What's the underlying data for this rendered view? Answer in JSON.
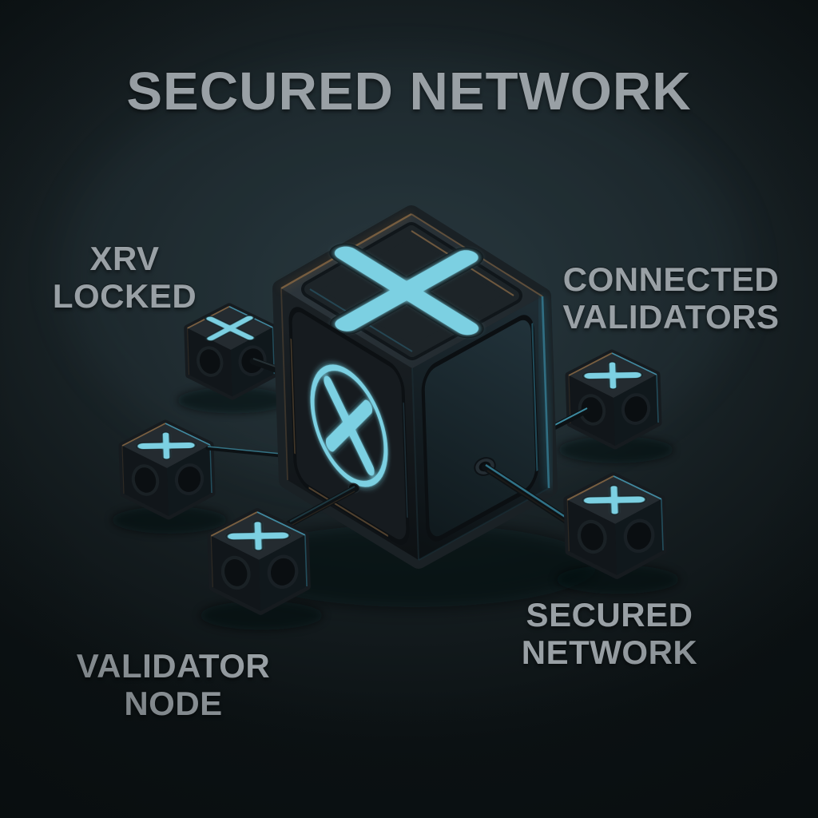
{
  "header": {
    "title": "SECURED NETWORK"
  },
  "labels": {
    "xrv_locked": "XRV\nLOCKED",
    "connected_validators": "CONNECTED\nVALIDATORS",
    "validator_node": "VALIDATOR\nNODE",
    "secured_network": "SECURED\nNETWORK"
  },
  "scene": {
    "central_cube": "secured-network-core-cube",
    "central_top_icon": "x-token-icon",
    "central_front_icon": "circled-x-icon",
    "validator_cube_count": 5,
    "connector_count": 5,
    "validator_glyphs": [
      "x-glyph",
      "plus-glyph",
      "plus-glyph",
      "plus-glyph",
      "plus-glyph"
    ]
  },
  "colors": {
    "background_center": "#27373d",
    "background_mid": "#1c272b",
    "background_edge": "#0c1214",
    "accent_cyan": "#7bd0e2",
    "accent_rim": "#3f8ba0",
    "warm_glint": "#8a6a45",
    "label_gray": "#99a0a5",
    "cube_body": "#171c1f"
  }
}
